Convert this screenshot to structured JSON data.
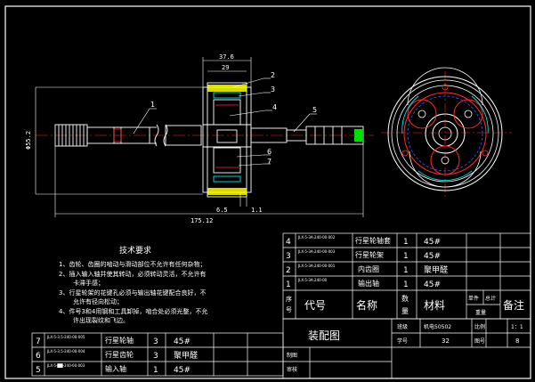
{
  "drawing": {
    "dimensions": {
      "top_length": "37.6",
      "inner_length": "29",
      "diameter": "Φ55.2",
      "total_length": "175.12",
      "width_small": "6.5",
      "width_tiny": "1.1"
    },
    "callouts": [
      "1",
      "2",
      "3",
      "4",
      "5",
      "6",
      "7"
    ]
  },
  "requirements": {
    "title": "技术要求",
    "items": [
      "1、齿轮、齿圈的啮动与滑动部位不允许有任何杂物；",
      "2、插入输入轴并使其转动，必须转动灵活，不允许有",
      "卡滞手感；",
      "3、行星轮架的花键孔必须与输出轴花键配合良好，不",
      "允许有径向松动；",
      "4、件号3和4用钢和工具卸掉，啮合处必须光整，不允",
      "许出现裂纹和飞边。"
    ]
  },
  "parts_right": {
    "rows": [
      {
        "no": "4",
        "code": "JLX-5-3A-240-00-002",
        "name": "行星轮轴套",
        "qty": "1",
        "material": "45#"
      },
      {
        "no": "3",
        "code": "JLX-5-3A-240-00-003",
        "name": "行星轮架",
        "qty": "1",
        "material": "45#"
      },
      {
        "no": "2",
        "code": "JLX-5-3A-240-00-001",
        "name": "内齿圈",
        "qty": "1",
        "material": "聚甲醛"
      },
      {
        "no": "1",
        "code": "JLX-5-3A-240-00",
        "name": "输出轴",
        "qty": "1",
        "material": "45#"
      }
    ],
    "header": {
      "no": "序号",
      "code": "代号",
      "name": "名称",
      "qty": "数量",
      "material": "材料",
      "single": "单件",
      "total": "总计",
      "weight": "重量",
      "remark": "备注"
    }
  },
  "parts_left": {
    "rows": [
      {
        "no": "7",
        "code": "JLX-5-3.5-240-00-005",
        "name": "行星轮轴",
        "qty": "3",
        "material": "45#"
      },
      {
        "no": "6",
        "code": "JLX-5-3.5-240-00-004",
        "name": "行星齿轮",
        "qty": "3",
        "material": "聚甲醛"
      },
      {
        "no": "5",
        "code": "JLX-5-██-240-00-003",
        "name": "输入轴",
        "qty": "1",
        "material": "45#"
      }
    ]
  },
  "title_block": {
    "drawing_name": "装配图",
    "design_label": "制图",
    "review_label": "审核",
    "class_label": "班级",
    "class_value": "机电50502",
    "scale_label": "比例",
    "scale_value": "1：1",
    "student_label": "学号",
    "student_value": "32",
    "sheet_label": "图号",
    "sheet_value": "8"
  },
  "colors": {
    "background": "#000000",
    "lines": "#ffffff",
    "red": "#ff2a2a",
    "yellow": "#ffff00",
    "cyan": "#00ffff",
    "green": "#00dd00",
    "blue": "#3a5bff"
  }
}
